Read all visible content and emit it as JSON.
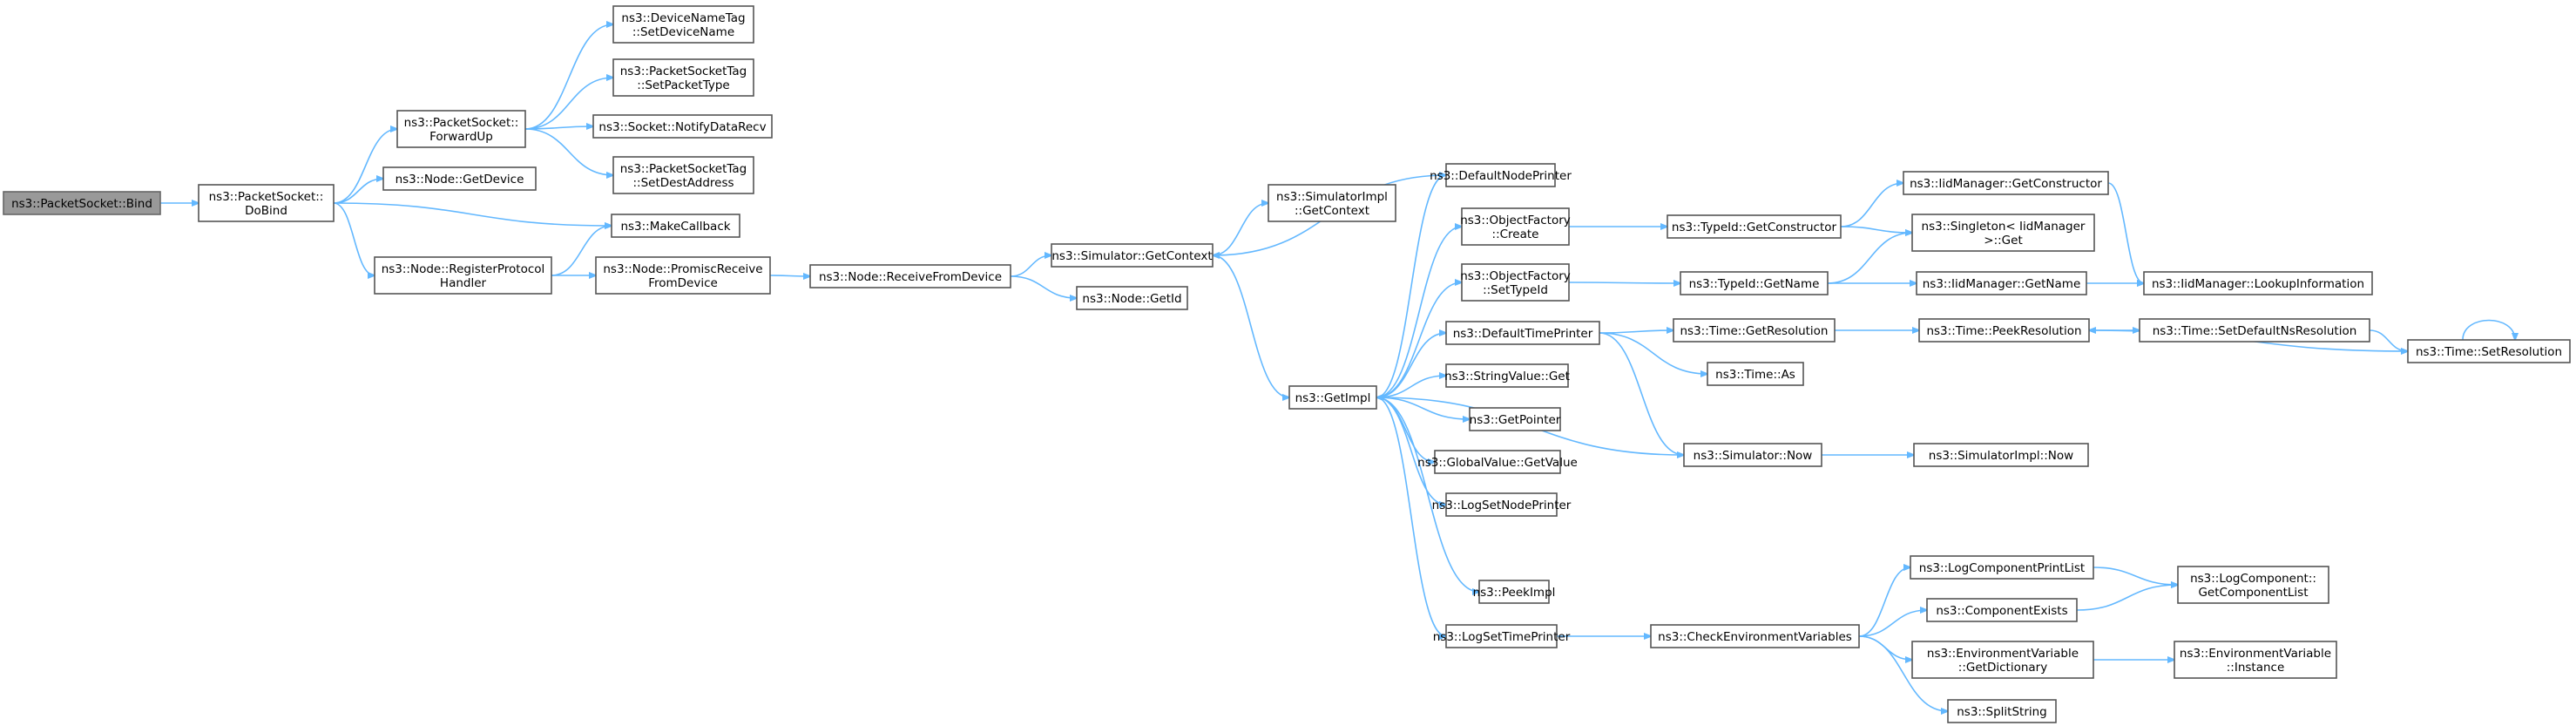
{
  "diagram": {
    "title": "",
    "colors": {
      "edge": "#63b8ff",
      "node_border": "#555555",
      "root_fill": "#999999",
      "node_fill": "#ffffff"
    },
    "nodes": [
      {
        "id": "bind",
        "lines": [
          "ns3::PacketSocket::Bind"
        ],
        "root": true
      },
      {
        "id": "dobind",
        "lines": [
          "ns3::PacketSocket::",
          "DoBind"
        ]
      },
      {
        "id": "forwardup",
        "lines": [
          "ns3::PacketSocket::",
          "ForwardUp"
        ]
      },
      {
        "id": "getdevice",
        "lines": [
          "ns3::Node::GetDevice"
        ]
      },
      {
        "id": "makecallback",
        "lines": [
          "ns3::MakeCallback"
        ]
      },
      {
        "id": "registerprotocol",
        "lines": [
          "ns3::Node::RegisterProtocol",
          "Handler"
        ]
      },
      {
        "id": "setdevicename",
        "lines": [
          "ns3::DeviceNameTag",
          "::SetDeviceName"
        ]
      },
      {
        "id": "setpackettype",
        "lines": [
          "ns3::PacketSocketTag",
          "::SetPacketType"
        ]
      },
      {
        "id": "notifydatarecv",
        "lines": [
          "ns3::Socket::NotifyDataRecv"
        ]
      },
      {
        "id": "setdestaddress",
        "lines": [
          "ns3::PacketSocketTag",
          "::SetDestAddress"
        ]
      },
      {
        "id": "promiscreceive",
        "lines": [
          "ns3::Node::PromiscReceive",
          "FromDevice"
        ]
      },
      {
        "id": "receivefromdevice",
        "lines": [
          "ns3::Node::ReceiveFromDevice"
        ]
      },
      {
        "id": "getcontext",
        "lines": [
          "ns3::Simulator::GetContext"
        ]
      },
      {
        "id": "getid",
        "lines": [
          "ns3::Node::GetId"
        ]
      },
      {
        "id": "implgetcontext",
        "lines": [
          "ns3::SimulatorImpl",
          "::GetContext"
        ]
      },
      {
        "id": "getimpl",
        "lines": [
          "ns3::GetImpl"
        ]
      },
      {
        "id": "defaultnodeprinter",
        "lines": [
          "ns3::DefaultNodePrinter"
        ]
      },
      {
        "id": "objfactorycreate",
        "lines": [
          "ns3::ObjectFactory",
          "::Create"
        ]
      },
      {
        "id": "objfactorysettypeid",
        "lines": [
          "ns3::ObjectFactory",
          "::SetTypeId"
        ]
      },
      {
        "id": "defaulttimeprinter",
        "lines": [
          "ns3::DefaultTimePrinter"
        ]
      },
      {
        "id": "stringvalueget",
        "lines": [
          "ns3::StringValue::Get"
        ]
      },
      {
        "id": "getpointer",
        "lines": [
          "ns3::GetPointer"
        ]
      },
      {
        "id": "globalvaluegetvalue",
        "lines": [
          "ns3::GlobalValue::GetValue"
        ]
      },
      {
        "id": "logsetnodeprinter",
        "lines": [
          "ns3::LogSetNodePrinter"
        ]
      },
      {
        "id": "peekimpl",
        "lines": [
          "ns3::PeekImpl"
        ]
      },
      {
        "id": "logsettimeprinter",
        "lines": [
          "ns3::LogSetTimePrinter"
        ]
      },
      {
        "id": "typeidgetconstructor",
        "lines": [
          "ns3::TypeId::GetConstructor"
        ]
      },
      {
        "id": "typeidgetname",
        "lines": [
          "ns3::TypeId::GetName"
        ]
      },
      {
        "id": "timegetresolution",
        "lines": [
          "ns3::Time::GetResolution"
        ]
      },
      {
        "id": "timeas",
        "lines": [
          "ns3::Time::As"
        ]
      },
      {
        "id": "simulatornow",
        "lines": [
          "ns3::Simulator::Now"
        ]
      },
      {
        "id": "checkenv",
        "lines": [
          "ns3::CheckEnvironmentVariables"
        ]
      },
      {
        "id": "iidgetconstructor",
        "lines": [
          "ns3::IidManager::GetConstructor"
        ]
      },
      {
        "id": "singletonget",
        "lines": [
          "ns3::Singleton< IidManager",
          " >::Get"
        ]
      },
      {
        "id": "iidgetname",
        "lines": [
          "ns3::IidManager::GetName"
        ]
      },
      {
        "id": "iidlookup",
        "lines": [
          "ns3::IidManager::LookupInformation"
        ]
      },
      {
        "id": "timepeekresolution",
        "lines": [
          "ns3::Time::PeekResolution"
        ]
      },
      {
        "id": "setdefaultnsresolution",
        "lines": [
          "ns3::Time::SetDefaultNsResolution"
        ]
      },
      {
        "id": "timesetresolution",
        "lines": [
          "ns3::Time::SetResolution"
        ]
      },
      {
        "id": "simimplnow",
        "lines": [
          "ns3::SimulatorImpl::Now"
        ]
      },
      {
        "id": "logcomponentprintlist",
        "lines": [
          "ns3::LogComponentPrintList"
        ]
      },
      {
        "id": "componentexists",
        "lines": [
          "ns3::ComponentExists"
        ]
      },
      {
        "id": "envgetdictionary",
        "lines": [
          "ns3::EnvironmentVariable",
          "::GetDictionary"
        ]
      },
      {
        "id": "splitstring",
        "lines": [
          "ns3::SplitString"
        ]
      },
      {
        "id": "getcomponentlist",
        "lines": [
          "ns3::LogComponent::",
          "GetComponentList"
        ]
      },
      {
        "id": "envinstance",
        "lines": [
          "ns3::EnvironmentVariable",
          "::Instance"
        ]
      }
    ],
    "edges": [
      [
        "bind",
        "dobind"
      ],
      [
        "dobind",
        "forwardup"
      ],
      [
        "dobind",
        "getdevice"
      ],
      [
        "dobind",
        "makecallback"
      ],
      [
        "dobind",
        "registerprotocol"
      ],
      [
        "forwardup",
        "setdevicename"
      ],
      [
        "forwardup",
        "setpackettype"
      ],
      [
        "forwardup",
        "notifydatarecv"
      ],
      [
        "forwardup",
        "setdestaddress"
      ],
      [
        "registerprotocol",
        "makecallback"
      ],
      [
        "registerprotocol",
        "promiscreceive"
      ],
      [
        "promiscreceive",
        "receivefromdevice"
      ],
      [
        "receivefromdevice",
        "getcontext"
      ],
      [
        "receivefromdevice",
        "getid"
      ],
      [
        "getcontext",
        "implgetcontext"
      ],
      [
        "getcontext",
        "getimpl"
      ],
      [
        "defaultnodeprinter",
        "getcontext"
      ],
      [
        "getimpl",
        "defaultnodeprinter"
      ],
      [
        "getimpl",
        "objfactorycreate"
      ],
      [
        "getimpl",
        "objfactorysettypeid"
      ],
      [
        "getimpl",
        "defaulttimeprinter"
      ],
      [
        "getimpl",
        "stringvalueget"
      ],
      [
        "getimpl",
        "getpointer"
      ],
      [
        "getimpl",
        "globalvaluegetvalue"
      ],
      [
        "getimpl",
        "logsetnodeprinter"
      ],
      [
        "getimpl",
        "peekimpl"
      ],
      [
        "getimpl",
        "logsettimeprinter"
      ],
      [
        "simulatornow",
        "getimpl"
      ],
      [
        "objfactorycreate",
        "typeidgetconstructor"
      ],
      [
        "objfactorysettypeid",
        "typeidgetname"
      ],
      [
        "typeidgetconstructor",
        "iidgetconstructor"
      ],
      [
        "typeidgetconstructor",
        "singletonget"
      ],
      [
        "typeidgetname",
        "singletonget"
      ],
      [
        "typeidgetname",
        "iidgetname"
      ],
      [
        "iidgetconstructor",
        "iidlookup"
      ],
      [
        "iidgetname",
        "iidlookup"
      ],
      [
        "defaulttimeprinter",
        "timegetresolution"
      ],
      [
        "defaulttimeprinter",
        "timeas"
      ],
      [
        "defaulttimeprinter",
        "simulatornow"
      ],
      [
        "timegetresolution",
        "timepeekresolution"
      ],
      [
        "timepeekresolution",
        "setdefaultnsresolution"
      ],
      [
        "setdefaultnsresolution",
        "timesetresolution"
      ],
      [
        "timesetresolution",
        "timepeekresolution"
      ],
      [
        "timesetresolution",
        "timesetresolution"
      ],
      [
        "simulatornow",
        "simimplnow"
      ],
      [
        "logsettimeprinter",
        "checkenv"
      ],
      [
        "checkenv",
        "logcomponentprintlist"
      ],
      [
        "checkenv",
        "componentexists"
      ],
      [
        "checkenv",
        "envgetdictionary"
      ],
      [
        "checkenv",
        "splitstring"
      ],
      [
        "logcomponentprintlist",
        "getcomponentlist"
      ],
      [
        "componentexists",
        "getcomponentlist"
      ],
      [
        "envgetdictionary",
        "envinstance"
      ]
    ]
  }
}
